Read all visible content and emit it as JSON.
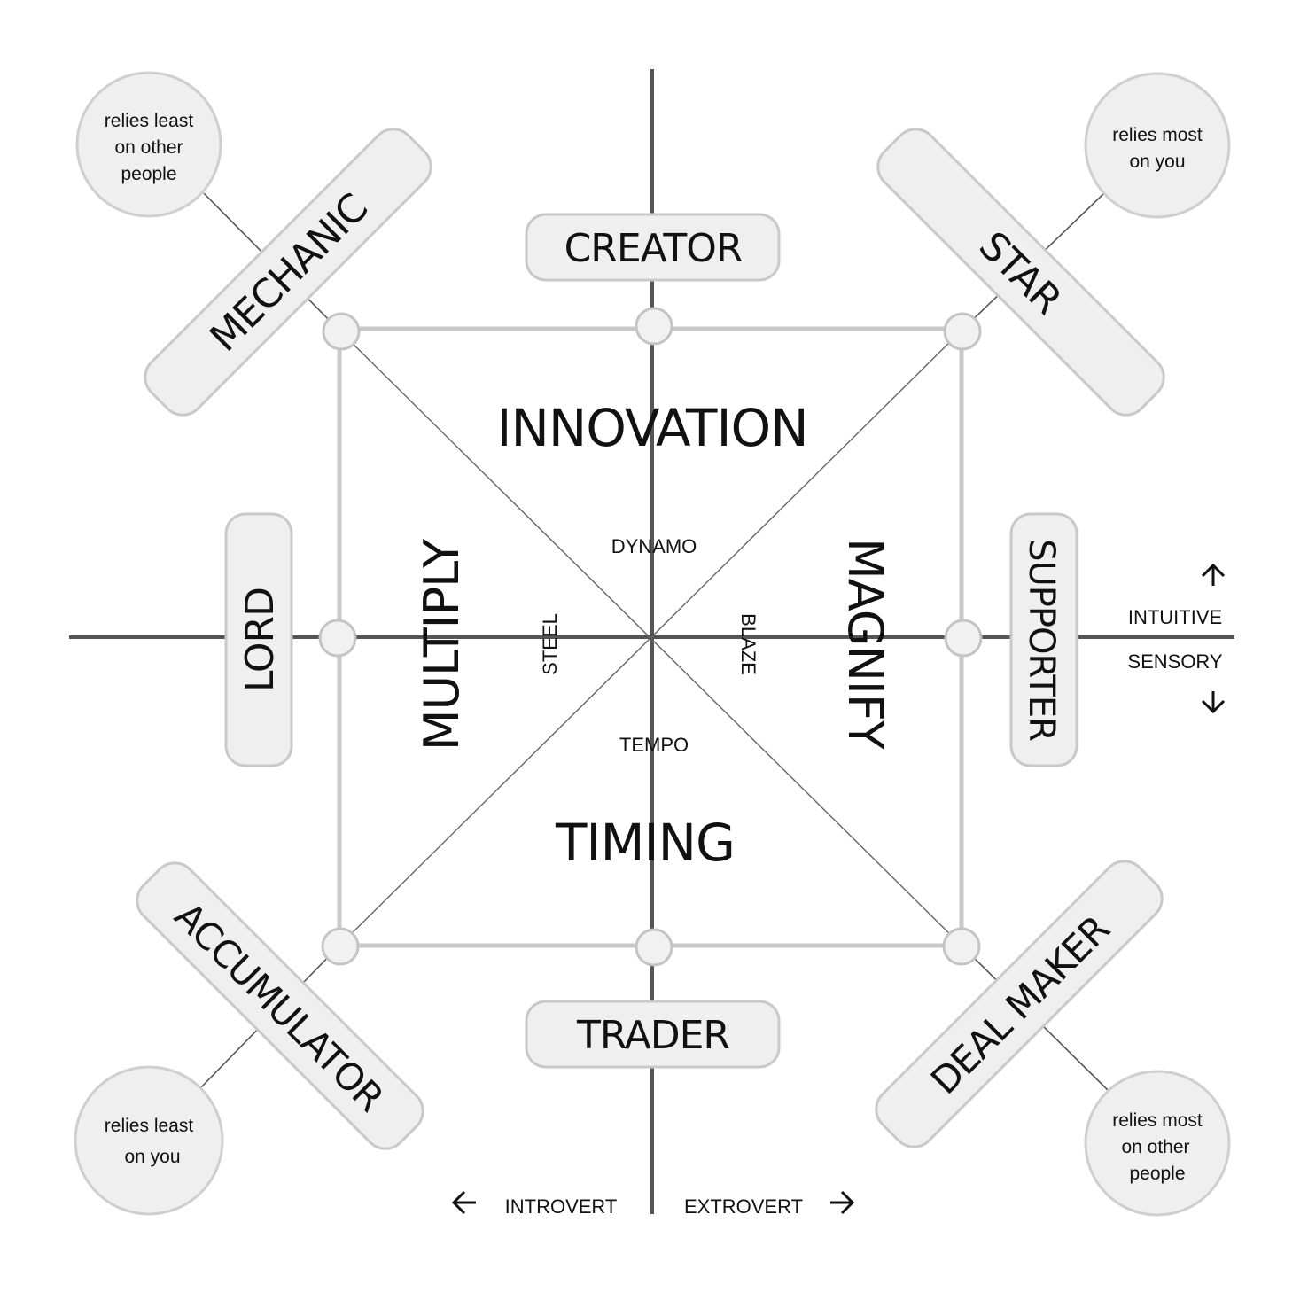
{
  "center": {
    "top": "INNOVATION",
    "bottom": "TIMING",
    "left": "MULTIPLY",
    "right": "MAGNIFY"
  },
  "inner": {
    "top": "DYNAMO",
    "bottom": "TEMPO",
    "left": "STEEL",
    "right": "BLAZE"
  },
  "profiles": {
    "creator": "CREATOR",
    "trader": "TRADER",
    "lord": "LORD",
    "supporter": "SUPPORTER",
    "mechanic": "MECHANIC",
    "star": "STAR",
    "accumulator": "ACCUMULATOR",
    "deal_maker": "DEAL MAKER"
  },
  "bubbles": {
    "top_left": [
      "relies least",
      "on other",
      "people"
    ],
    "top_right": [
      "relies most",
      "on you"
    ],
    "bottom_left": [
      "relies least",
      "on you"
    ],
    "bottom_right": [
      "relies most",
      "on other",
      "people"
    ]
  },
  "axes": {
    "up": "INTUITIVE",
    "down": "SENSORY",
    "left": "INTROVERT",
    "right": "EXTROVERT"
  }
}
